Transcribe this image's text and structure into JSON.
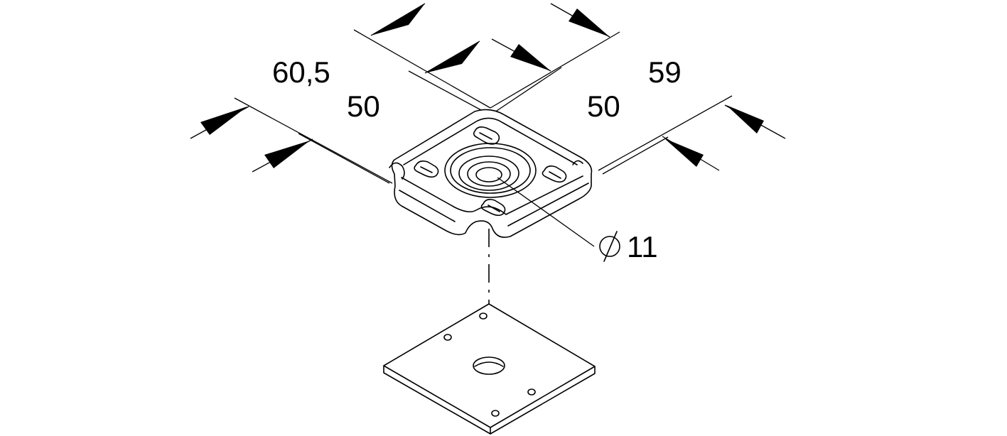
{
  "drawing": {
    "dimensions": {
      "left_outer": "60,5",
      "left_inner": "50",
      "right_outer": "59",
      "right_inner": "50",
      "hole_diameter": "11"
    },
    "colors": {
      "line": "#000000",
      "background": "#ffffff"
    },
    "symbols": {
      "diameter": "diameter-symbol-icon"
    }
  }
}
